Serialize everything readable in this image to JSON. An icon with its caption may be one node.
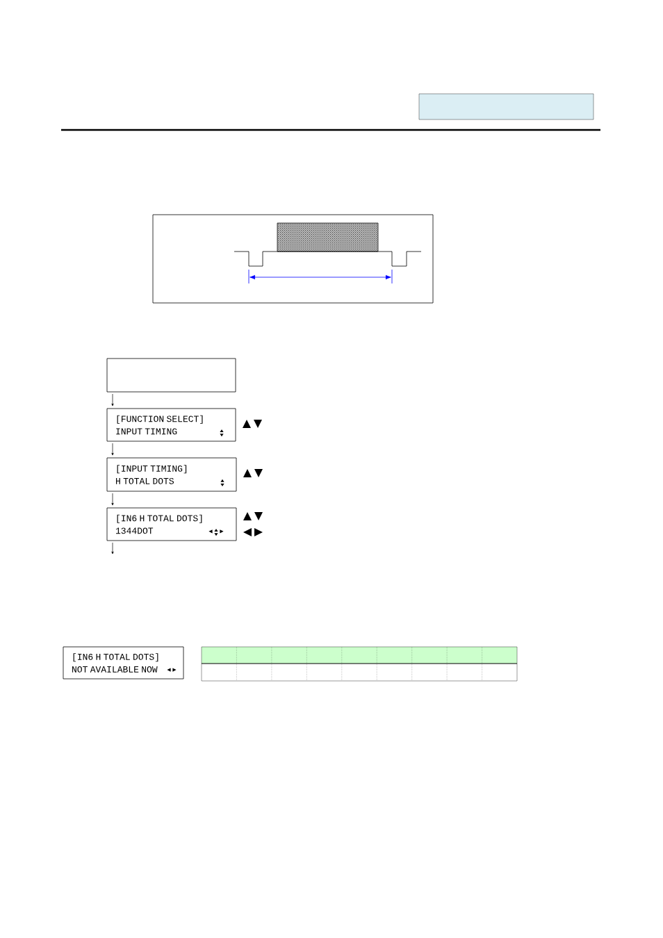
{
  "diagram": {
    "nodes": [
      {
        "text": [],
        "shape": "box"
      },
      {
        "text": [
          "[FUNCTION SELECT]",
          "INPUT TIMING"
        ]
      },
      {
        "text": [
          "[INPUT TIMING]",
          "H TOTAL DOTS"
        ]
      },
      {
        "text": [
          "[IN6 H TOTAL DOTS]",
          "1344DOT"
        ]
      },
      {
        "text": [
          "[IN6 H TOTAL DOTS]",
          "NOT AVAILABLE NOW"
        ]
      }
    ],
    "edges": [
      {
        "from": 0,
        "to": 1,
        "arrow": "to"
      },
      {
        "from": 1,
        "to": 2,
        "arrow": "to"
      },
      {
        "from": 2,
        "to": 3,
        "arrow": "to"
      },
      {
        "from": 3,
        "to": null,
        "arrow": "to"
      }
    ]
  }
}
